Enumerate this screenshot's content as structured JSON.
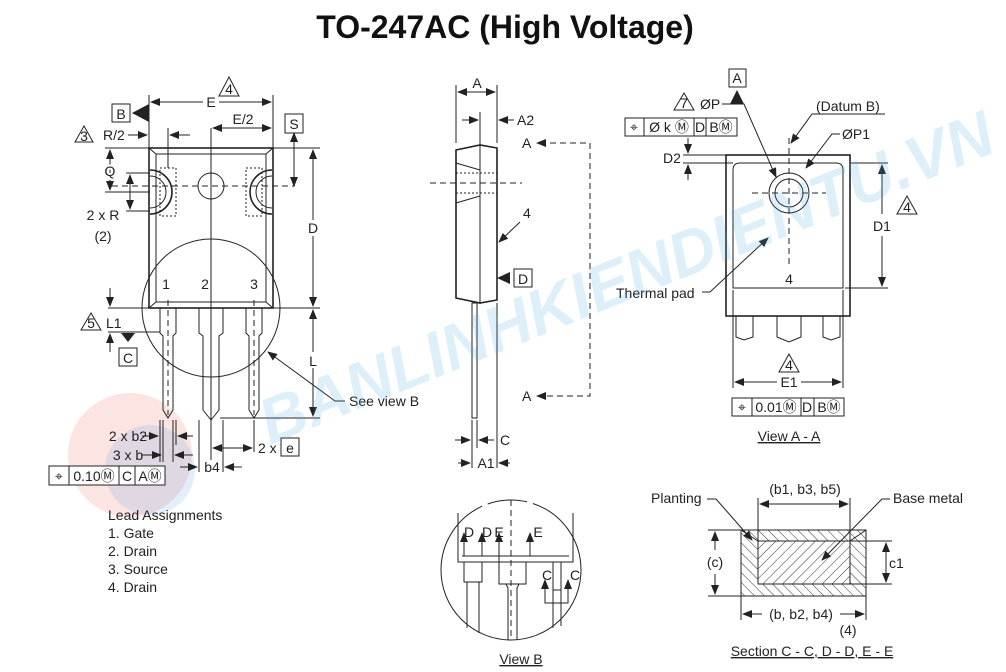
{
  "title": "TO-247AC (High Voltage)",
  "watermark": "BANLINHKIENDIENTU.VN",
  "front_view": {
    "dim_E": "E",
    "note_E": "4",
    "datum_B": "B",
    "note_R2": "3",
    "R2": "R/2",
    "E2": "E/2",
    "S": "S",
    "Q": "Q",
    "R": "2 x R",
    "R_note": "(2)",
    "D": "D",
    "L": "L",
    "L1": "L1",
    "note_L1": "5",
    "datum_C": "C",
    "pins": [
      "1",
      "2",
      "3"
    ],
    "see_view_b": "See view B",
    "b2": "2 x b2",
    "b": "3 x b",
    "b4": "b4",
    "e_prefix": "2 x",
    "e": "e",
    "fcf": [
      "⌖",
      "0.10Ⓜ",
      "C",
      "AⓂ"
    ]
  },
  "lead_assignments": {
    "heading": "Lead Assignments",
    "items": [
      "1. Gate",
      "2. Drain",
      "3. Source",
      "4. Drain"
    ]
  },
  "side_view": {
    "A": "A",
    "A2": "A2",
    "A_top": "A",
    "A_bottom": "A",
    "ref4": "4",
    "datum_D": "D",
    "C": "C",
    "A1": "A1"
  },
  "view_aa": {
    "datum_A": "A",
    "note_P": "7",
    "P": "ØP",
    "fcf": [
      "⌖",
      "Ø k Ⓜ",
      "D",
      "BⓂ"
    ],
    "datum_b": "(Datum B)",
    "P1": "ØP1",
    "D2": "D2",
    "D1": "D1",
    "note_D1": "4",
    "ref4": "4",
    "thermal_pad": "Thermal pad",
    "E1": "E1",
    "note_E1": "4",
    "fcf2": [
      "⌖",
      "0.01Ⓜ",
      "D",
      "BⓂ"
    ],
    "caption": "View A - A"
  },
  "view_b": {
    "labels": [
      "D",
      "D",
      "E",
      "E",
      "C",
      "C"
    ],
    "caption": "View B"
  },
  "section": {
    "b1": "(b1, b3, b5)",
    "planting": "Planting",
    "base_metal": "Base metal",
    "c": "(c)",
    "c1": "c1",
    "b": "(b, b2, b4)",
    "note4": "(4)",
    "caption": "Section C - C, D - D, E - E"
  }
}
